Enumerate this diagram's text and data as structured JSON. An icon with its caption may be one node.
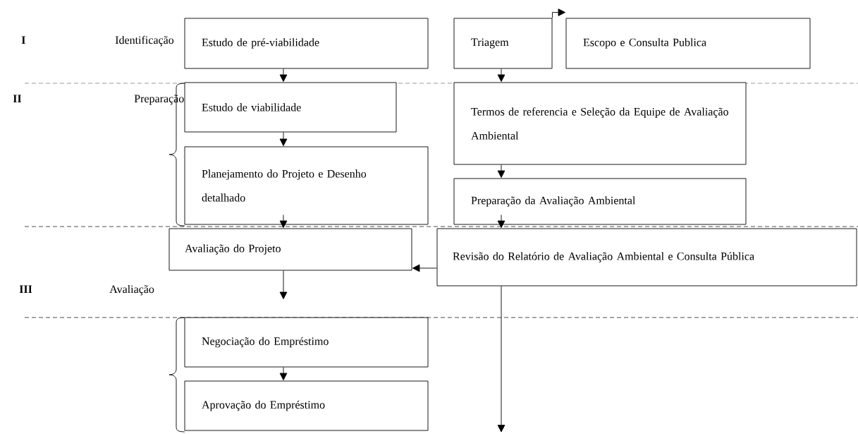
{
  "diagram": {
    "nodes": [
      {
        "text": [
          "Estudo de pré-viabilidade"
        ]
      },
      {
        "text": [
          "Triagem"
        ]
      },
      {
        "text": [
          "Escopo e Consulta Publica"
        ]
      },
      {
        "text": [
          "Estudo de viabilidade"
        ]
      },
      {
        "text": [
          "Termos de referencia e Seleção da Equipe de Avaliação Ambiental"
        ]
      },
      {
        "text": [
          "Planejamento do Projeto e Desenho detalhado"
        ]
      },
      {
        "text": [
          "Preparação da Avaliação Ambiental"
        ]
      },
      {
        "text": [
          "Avaliação do Projeto"
        ]
      },
      {
        "text": [
          "Revisão do Relatório de Avaliação Ambiental e Consulta Pública"
        ]
      },
      {
        "text": [
          "Negociação do Empréstimo"
        ]
      },
      {
        "text": [
          "Aprovação do Empréstimo"
        ]
      }
    ],
    "edges": [
      {
        "from": 0,
        "to": 3,
        "arrow": "to"
      },
      {
        "from": 1,
        "to": 4,
        "arrow": "to"
      },
      {
        "from": 1,
        "to": 2,
        "arrow": "to"
      },
      {
        "from": 3,
        "to": 5,
        "arrow": "to"
      },
      {
        "from": 4,
        "to": 6,
        "arrow": "to"
      },
      {
        "from": 5,
        "to": 7,
        "arrow": "to"
      },
      {
        "from": 6,
        "to": 8,
        "arrow": "to"
      },
      {
        "from": 8,
        "to": 7,
        "arrow": "to"
      },
      {
        "from": 7,
        "to": 9,
        "arrow": "to"
      },
      {
        "from": 9,
        "to": 10,
        "arrow": "to"
      },
      {
        "from": 8,
        "to": null,
        "arrow": "to"
      }
    ],
    "labels": [
      "I",
      "Identificação",
      "II",
      "Preparação",
      "III",
      "Avaliação"
    ]
  }
}
